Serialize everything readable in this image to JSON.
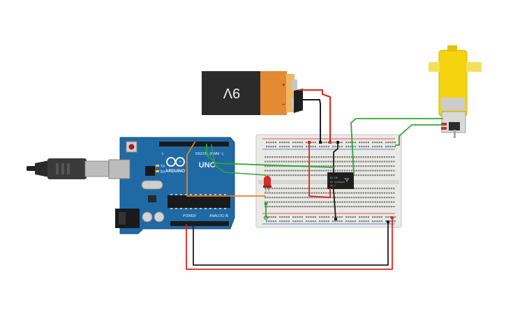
{
  "battery": {
    "label": "9V",
    "plus": "+",
    "minus": "−"
  },
  "arduino": {
    "brand": "ARDUINO",
    "model": "UNO",
    "digital_label": "DIGITAL (PWM ~)",
    "power_label": "POWER",
    "analog_label": "ANALOG IN",
    "tx_label": "TX",
    "rx_label": "RX",
    "l_label": "L"
  },
  "relay": {
    "line1": "Lt-5-5",
    "line2": "5V 10A 250VAC",
    "line3": "SPDT"
  },
  "colors": {
    "wire_red": "#e2231a",
    "wire_black": "#1c1c1c",
    "wire_green": "#2ea836",
    "wire_orange": "#e8801f",
    "board_blue": "#1f6aa5",
    "breadboard": "#e9e9e6",
    "motor_yellow": "#f3d40e",
    "battery_orange": "#e48a32"
  }
}
